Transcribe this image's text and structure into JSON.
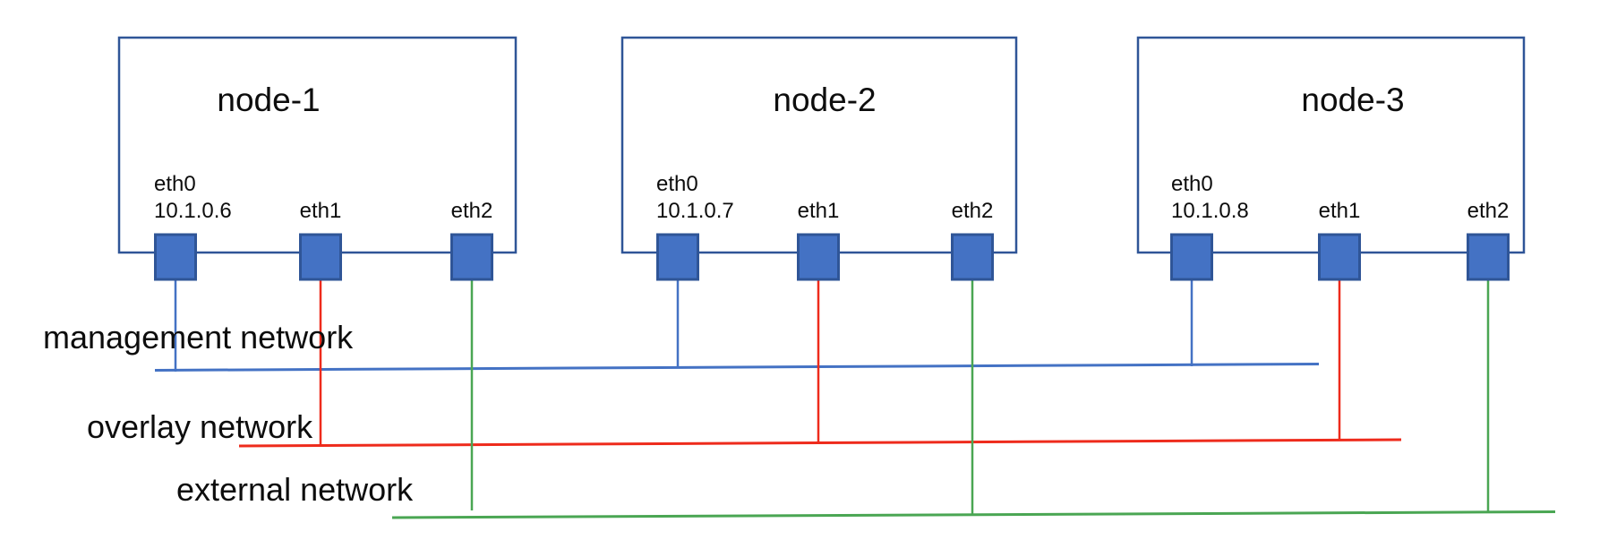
{
  "diagram": {
    "title_hint": "three-node network topology",
    "nodes": [
      {
        "title": "node-1",
        "interfaces": [
          {
            "label": "eth0",
            "ip": "10.1.0.6"
          },
          {
            "label": "eth1"
          },
          {
            "label": "eth2"
          }
        ]
      },
      {
        "title": "node-2",
        "interfaces": [
          {
            "label": "eth0",
            "ip": "10.1.0.7"
          },
          {
            "label": "eth1"
          },
          {
            "label": "eth2"
          }
        ]
      },
      {
        "title": "node-3",
        "interfaces": [
          {
            "label": "eth0",
            "ip": "10.1.0.8"
          },
          {
            "label": "eth1"
          },
          {
            "label": "eth2"
          }
        ]
      }
    ],
    "networks": [
      {
        "label": "management network",
        "color": "#4472C4"
      },
      {
        "label": "overlay network",
        "color": "#EE2B1C"
      },
      {
        "label": "external network",
        "color": "#4AA653"
      }
    ],
    "colors": {
      "box_border": "#2F5597",
      "port_fill": "#4472C4",
      "port_border": "#2F5597",
      "text": "#0D0D0D",
      "background": "#FFFFFF"
    }
  }
}
